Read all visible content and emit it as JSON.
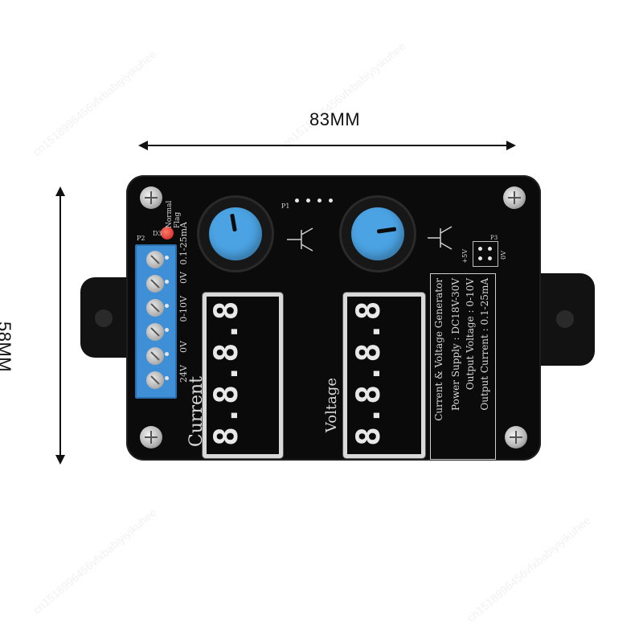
{
  "dimensions": {
    "width_label": "83MM",
    "height_label": "58MM"
  },
  "board": {
    "title": "Current & Voltage Generator",
    "specs": [
      "Power Supply : DC18V-30V",
      "Output Voltage : 0-10V",
      "Output Current : 0.1-25mA"
    ],
    "display_current_label": "Current",
    "display_voltage_label": "Voltage",
    "display_current_value": "8.8.8.8",
    "display_voltage_value": "8.8.8.8",
    "terminal_labels": [
      "24V",
      "0V",
      "0-10V",
      "0V",
      "0.1-25mA"
    ],
    "led_label": "Normal Flag",
    "header_labels": [
      "+5V",
      "0V"
    ],
    "part_labels": [
      "P2",
      "D3",
      "P1",
      "P3"
    ]
  },
  "watermark_text": "cn1518996456vfxbabiyiyikuhee",
  "colors": {
    "board": "#0b0b0b",
    "knob": "#4ba3e3",
    "terminal": "#3f8fd6",
    "led": "#d21f1f"
  }
}
